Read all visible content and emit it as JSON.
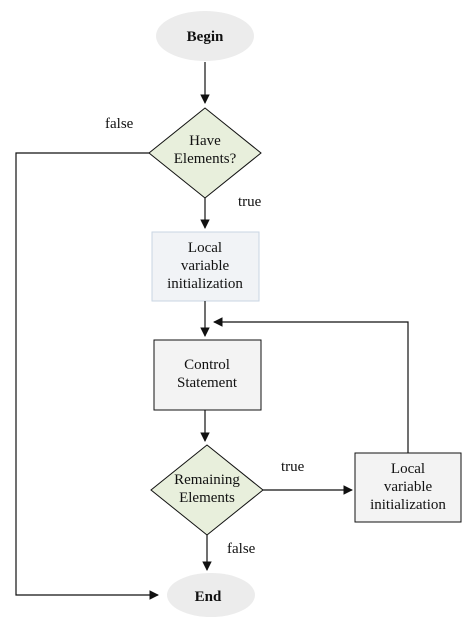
{
  "diagram": {
    "begin_label": "Begin",
    "have_elements_line1": "Have",
    "have_elements_line2": "Elements?",
    "local_init_1_line1": "Local",
    "local_init_1_line2": "variable",
    "local_init_1_line3": "initialization",
    "control_line1": "Control",
    "control_line2": "Statement",
    "remaining_line1": "Remaining",
    "remaining_line2": "Elements",
    "local_init_2_line1": "Local",
    "local_init_2_line2": "variable",
    "local_init_2_line3": "initialization",
    "end_label": "End",
    "false_label_top": "false",
    "true_label_top": "true",
    "true_label_right": "true",
    "false_label_bottom": "false"
  },
  "colors": {
    "terminal_fill": "#ececec",
    "decision_fill": "#e8efdc",
    "init_top_fill": "#f1f3f6",
    "init_top_stroke": "#c9d6e3",
    "process_fill": "#f3f3f3",
    "stroke": "#111111"
  }
}
